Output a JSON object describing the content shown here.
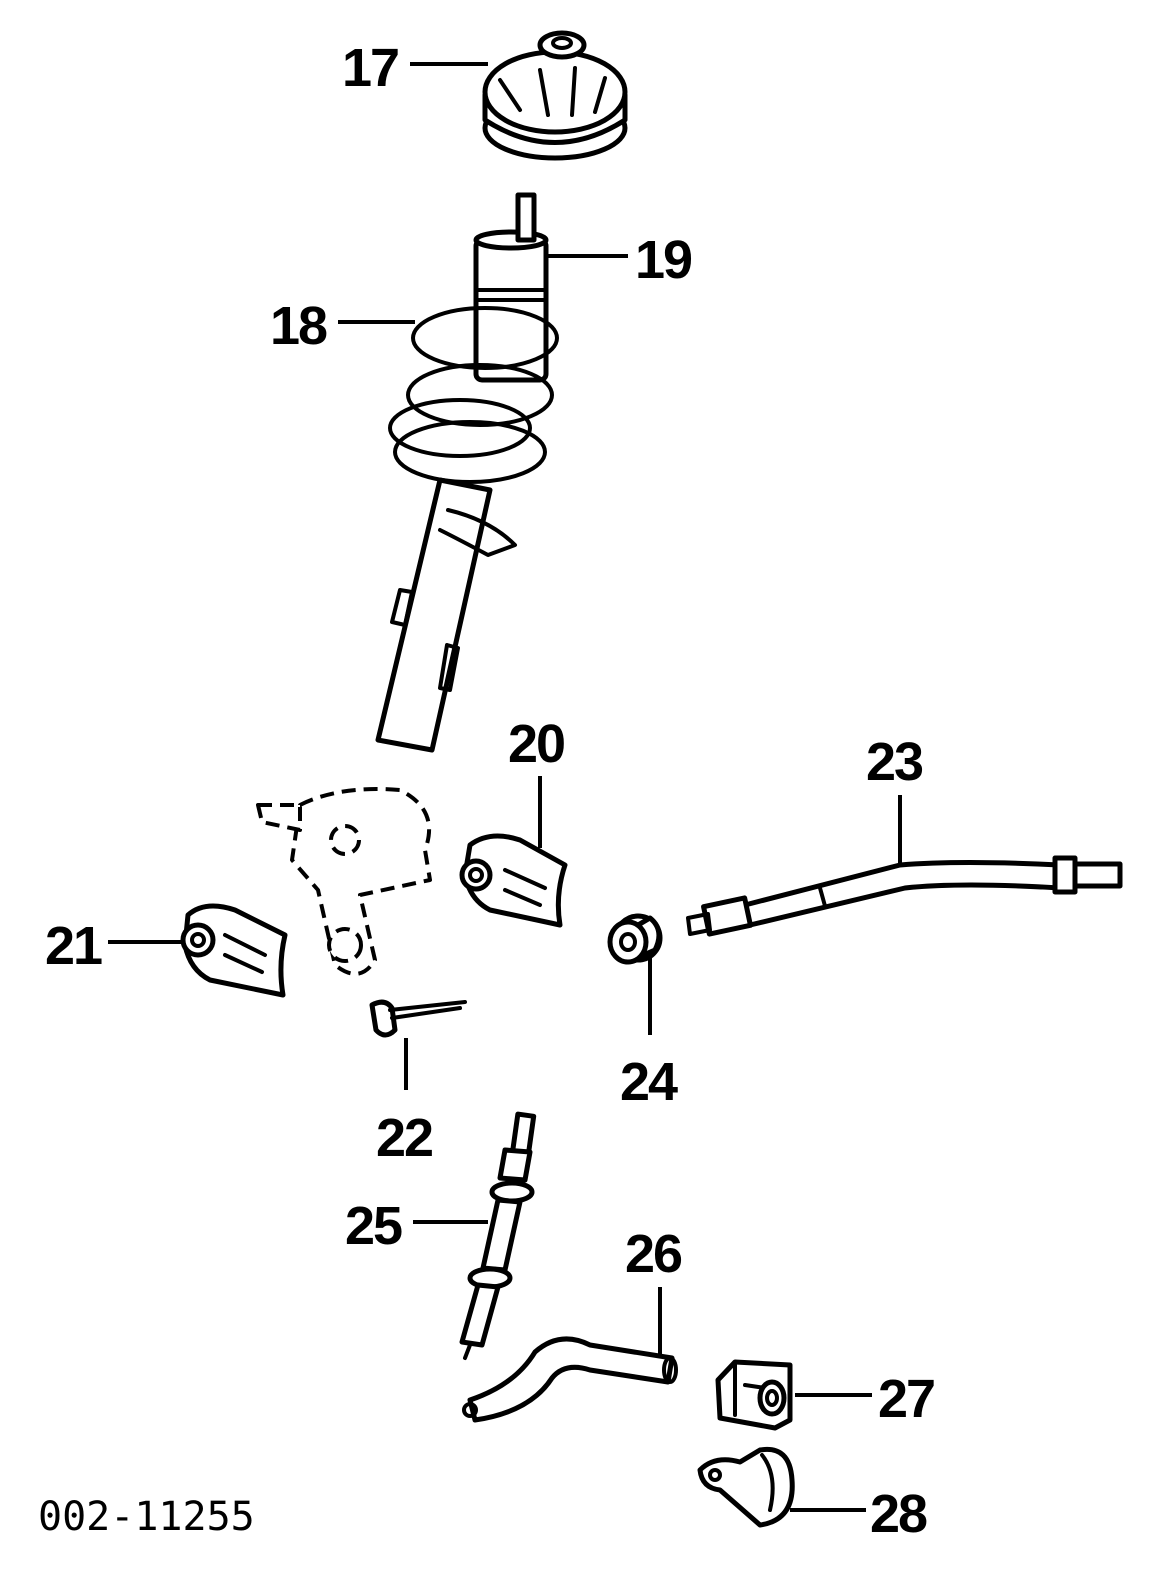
{
  "diagram": {
    "reference_number": "002-11255",
    "parts": [
      {
        "id": "17",
        "label": "17"
      },
      {
        "id": "18",
        "label": "18"
      },
      {
        "id": "19",
        "label": "19"
      },
      {
        "id": "20",
        "label": "20"
      },
      {
        "id": "21",
        "label": "21"
      },
      {
        "id": "22",
        "label": "22"
      },
      {
        "id": "23",
        "label": "23"
      },
      {
        "id": "24",
        "label": "24"
      },
      {
        "id": "25",
        "label": "25"
      },
      {
        "id": "26",
        "label": "26"
      },
      {
        "id": "27",
        "label": "27"
      },
      {
        "id": "28",
        "label": "28"
      }
    ]
  }
}
